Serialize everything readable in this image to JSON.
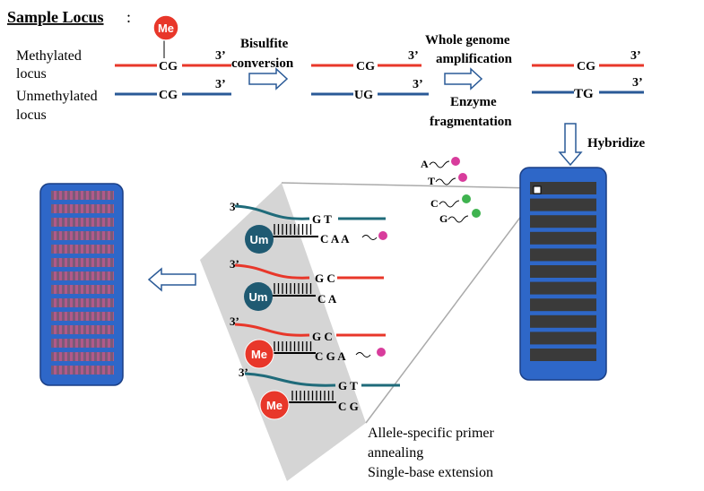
{
  "header": {
    "title": "Sample Locus",
    "colon": ":"
  },
  "colors": {
    "red": "#e8372a",
    "blue": "#2a5a97",
    "teal": "#1f6b7a",
    "magenta": "#d83c9c",
    "green": "#3fb34f",
    "chip": "#2e67c8",
    "um": "#1f5a72"
  },
  "labels": {
    "methylated_1": "Methylated",
    "methylated_2": "locus",
    "unmethylated_1": "Unmethylated",
    "unmethylated_2": "locus",
    "bisulfite_1": "Bisulfite",
    "bisulfite_2": "conversion",
    "wga_1": "Whole genome",
    "wga_2": "amplification",
    "enzyme_1": "Enzyme",
    "enzyme_2": "fragmentation",
    "hybridize": "Hybridize",
    "allele_1": "Allele-specific primer",
    "allele_2": "annealing",
    "allele_3": "Single-base extension"
  },
  "marks": {
    "me": "Me",
    "um": "Um",
    "three_prime": "3’"
  },
  "bases": {
    "cg": "CG",
    "ug": "UG",
    "tg": "TG",
    "a": "A",
    "t": "T",
    "c": "C",
    "g": "G",
    "gt": "G T",
    "caa": "C A A",
    "gc": "G C",
    "ca": "C A",
    "cga": "C G A",
    "cg2": "C G"
  }
}
